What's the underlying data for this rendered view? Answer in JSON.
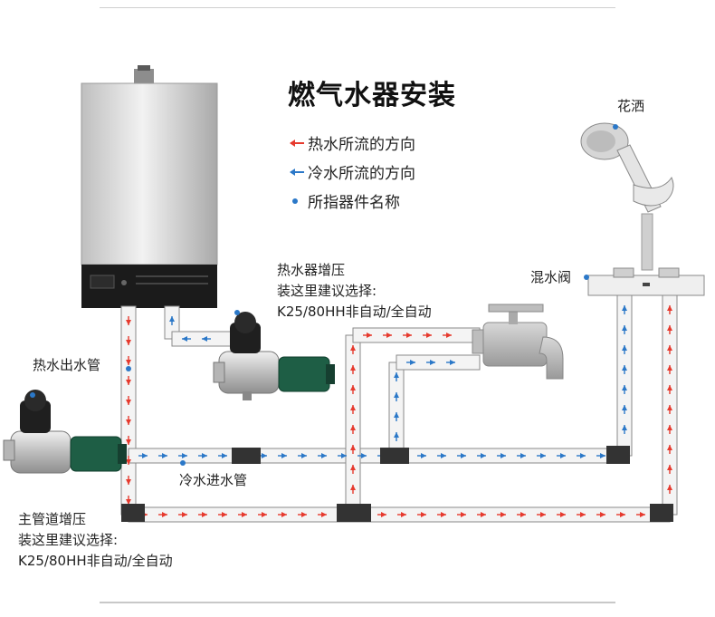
{
  "title": "燃气水器安装",
  "legend": [
    {
      "label": "热水所流的方向",
      "kind": "hot"
    },
    {
      "label": "冷水所流的方向",
      "kind": "cold"
    },
    {
      "label": "所指器件名称",
      "kind": "dot"
    }
  ],
  "labels": {
    "shower": "花洒",
    "mixer_valve": "混水阀",
    "hot_out_pipe": "热水出水管",
    "cold_in_pipe": "冷水进水管",
    "heater_boost": [
      "热水器增压",
      "装这里建议选择:",
      "K25/80HH非自动/全自动"
    ],
    "main_boost": [
      "主管道增压",
      "装这里建议选择:",
      "K25/80HH非自动/全自动"
    ]
  },
  "colors": {
    "hot": "#e63a2e",
    "cold": "#2b78c8",
    "pipe": "#d9d9d9",
    "pipe_outline": "#8a8a8a",
    "joint": "#333333",
    "pump_green": "#1e5e45",
    "steel": "#c9c9c9"
  }
}
